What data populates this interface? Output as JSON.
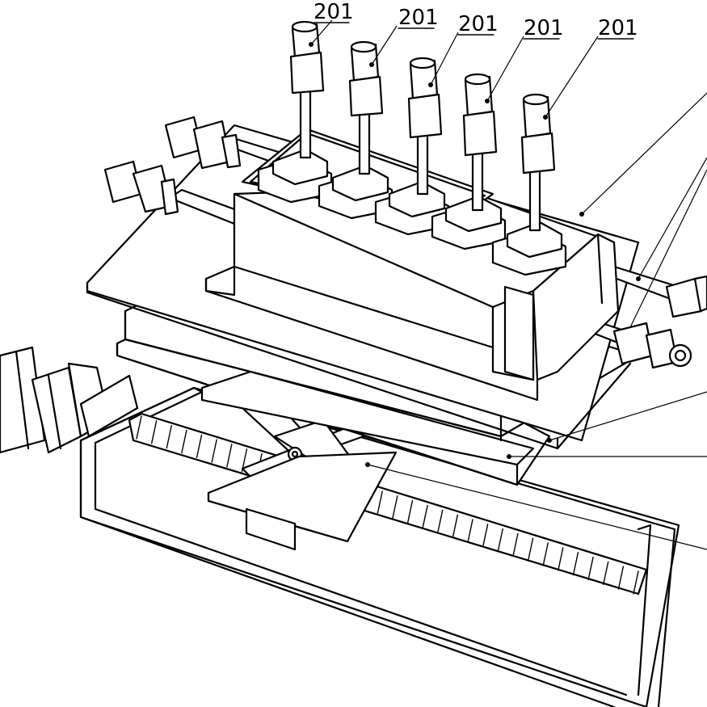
{
  "figure": {
    "labels": [
      {
        "text": "201"
      },
      {
        "text": "201"
      },
      {
        "text": "201"
      },
      {
        "text": "201"
      },
      {
        "text": "201"
      }
    ]
  }
}
